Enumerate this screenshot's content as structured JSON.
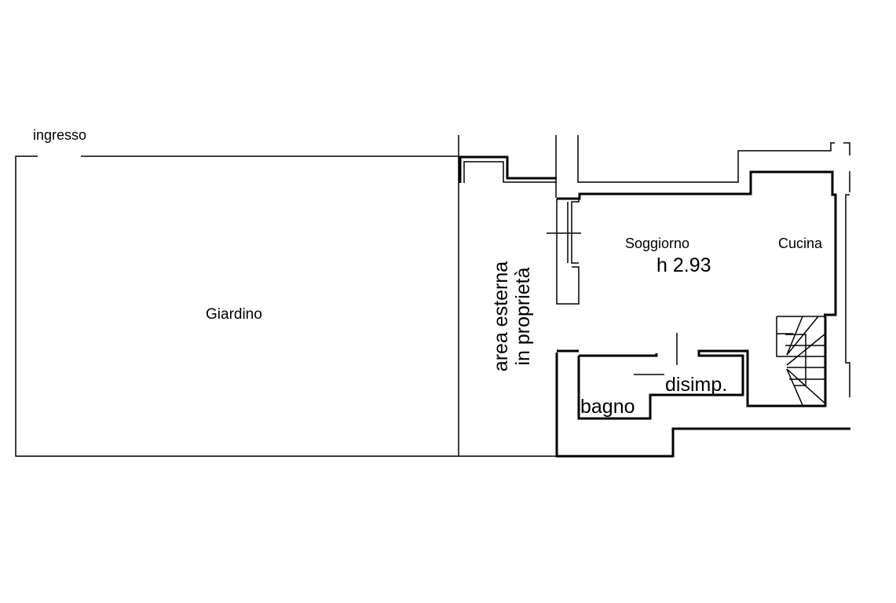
{
  "labels": {
    "entrance": "ingresso",
    "garden": "Giardino",
    "outdoor_area_line1": "area esterna",
    "outdoor_area_line2": "in proprietà",
    "living_room": "Soggiorno",
    "ceiling_height": "h 2.93",
    "kitchen": "Cucina",
    "hallway": "disimp.",
    "bathroom": "bagno"
  }
}
